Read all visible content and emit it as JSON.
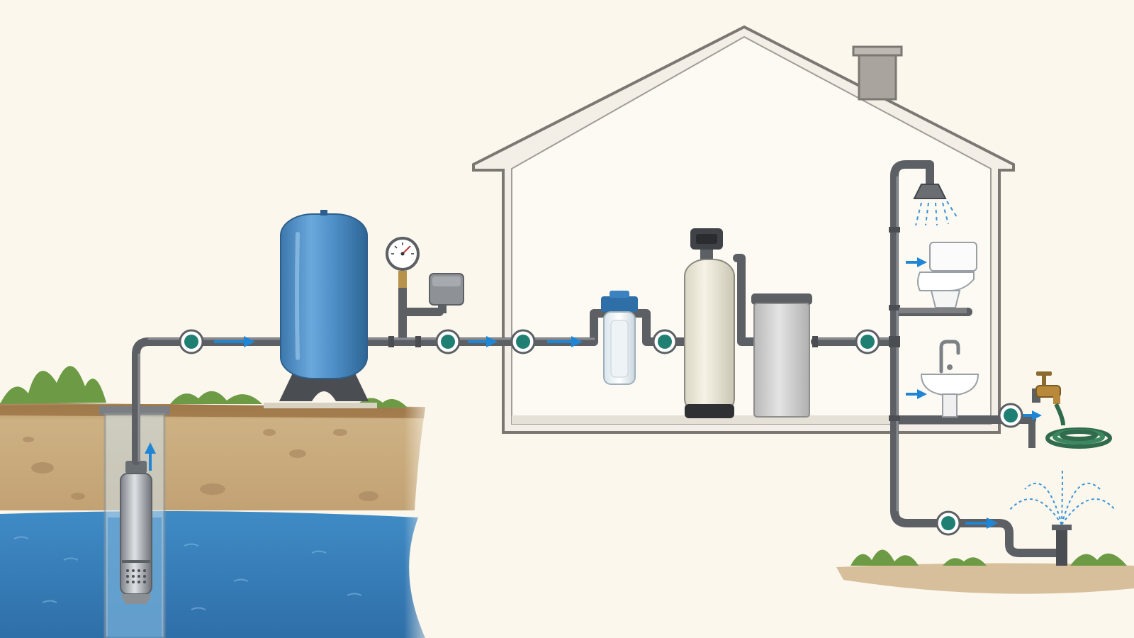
{
  "diagram": {
    "colors": {
      "background": "#fbf7ed",
      "pipe": "#5c5f63",
      "pipe_highlight": "#8d9094",
      "flow_arrow": "#1f86d6",
      "node_fill": "#1f7f73",
      "node_ring": "#ffffff",
      "house_outline": "#7b7772",
      "tank_blue": "#4f90c9",
      "soil": "#c9a779",
      "groundwater": "#3e89c2",
      "grass": "#6d9b45"
    },
    "components": [
      {
        "id": "submersible-pump",
        "icon": "submersible-pump-icon"
      },
      {
        "id": "well-casing",
        "icon": "well-casing-icon"
      },
      {
        "id": "pressure-tank",
        "icon": "pressure-tank-icon"
      },
      {
        "id": "pressure-gauge",
        "icon": "pressure-gauge-icon"
      },
      {
        "id": "pressure-switch",
        "icon": "pressure-switch-icon"
      },
      {
        "id": "sediment-filter",
        "icon": "sediment-filter-icon"
      },
      {
        "id": "water-softener",
        "icon": "water-softener-icon"
      },
      {
        "id": "brine-tank",
        "icon": "brine-tank-icon"
      },
      {
        "id": "shower-head",
        "icon": "shower-head-icon"
      },
      {
        "id": "toilet",
        "icon": "toilet-icon"
      },
      {
        "id": "sink",
        "icon": "sink-icon"
      },
      {
        "id": "outdoor-spigot",
        "icon": "spigot-icon"
      },
      {
        "id": "garden-hose",
        "icon": "garden-hose-icon"
      },
      {
        "id": "lawn-sprinkler",
        "icon": "sprinkler-icon"
      }
    ]
  }
}
